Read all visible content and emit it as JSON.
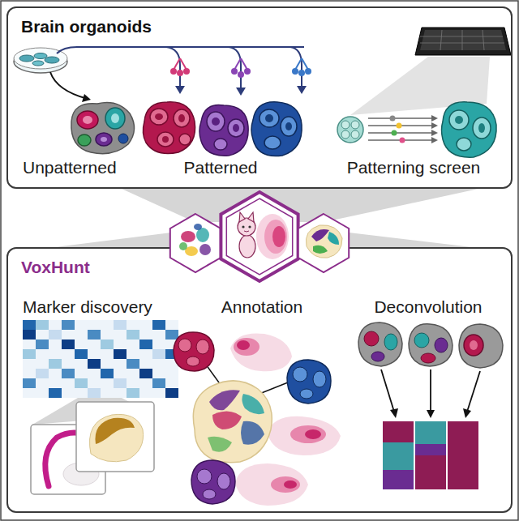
{
  "diagram": {
    "nodes": [
      {
        "text": [
          "Brain organoids"
        ]
      },
      {
        "text": [
          "VoxHunt"
        ]
      }
    ],
    "labels": [
      "Unpatterned",
      "Patterned",
      "Patterning screen",
      "Marker discovery",
      "Annotation",
      "Deconvolution"
    ]
  }
}
